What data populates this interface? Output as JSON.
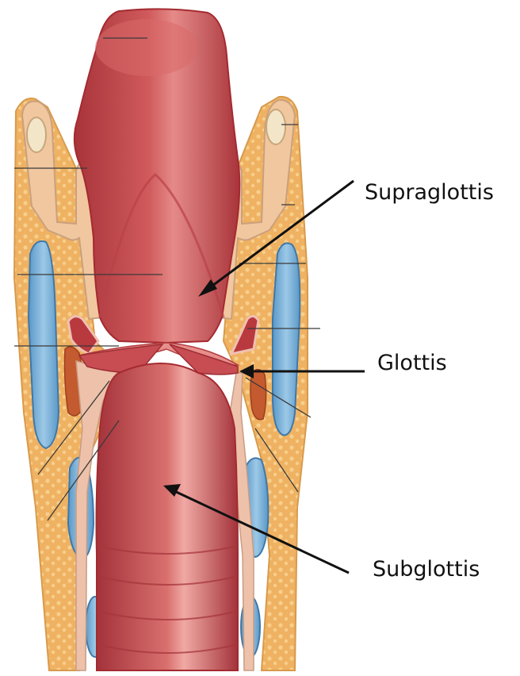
{
  "labels": {
    "supraglottis": "Supraglottis",
    "glottis": "Glottis",
    "subglottis": "Subglottis"
  },
  "colors": {
    "lumen": "#c8484c",
    "lumen_dark": "#a93035",
    "lumen_light": "#e58a88",
    "fat": "#efb262",
    "fat_light": "#f6cc85",
    "cartilage": "#7fb5da",
    "cartilage_edge": "#3f78a8",
    "mucosa": "#e9bda4",
    "muscle": "#c45a2f",
    "arrow": "#111111",
    "leader": "#333333"
  }
}
